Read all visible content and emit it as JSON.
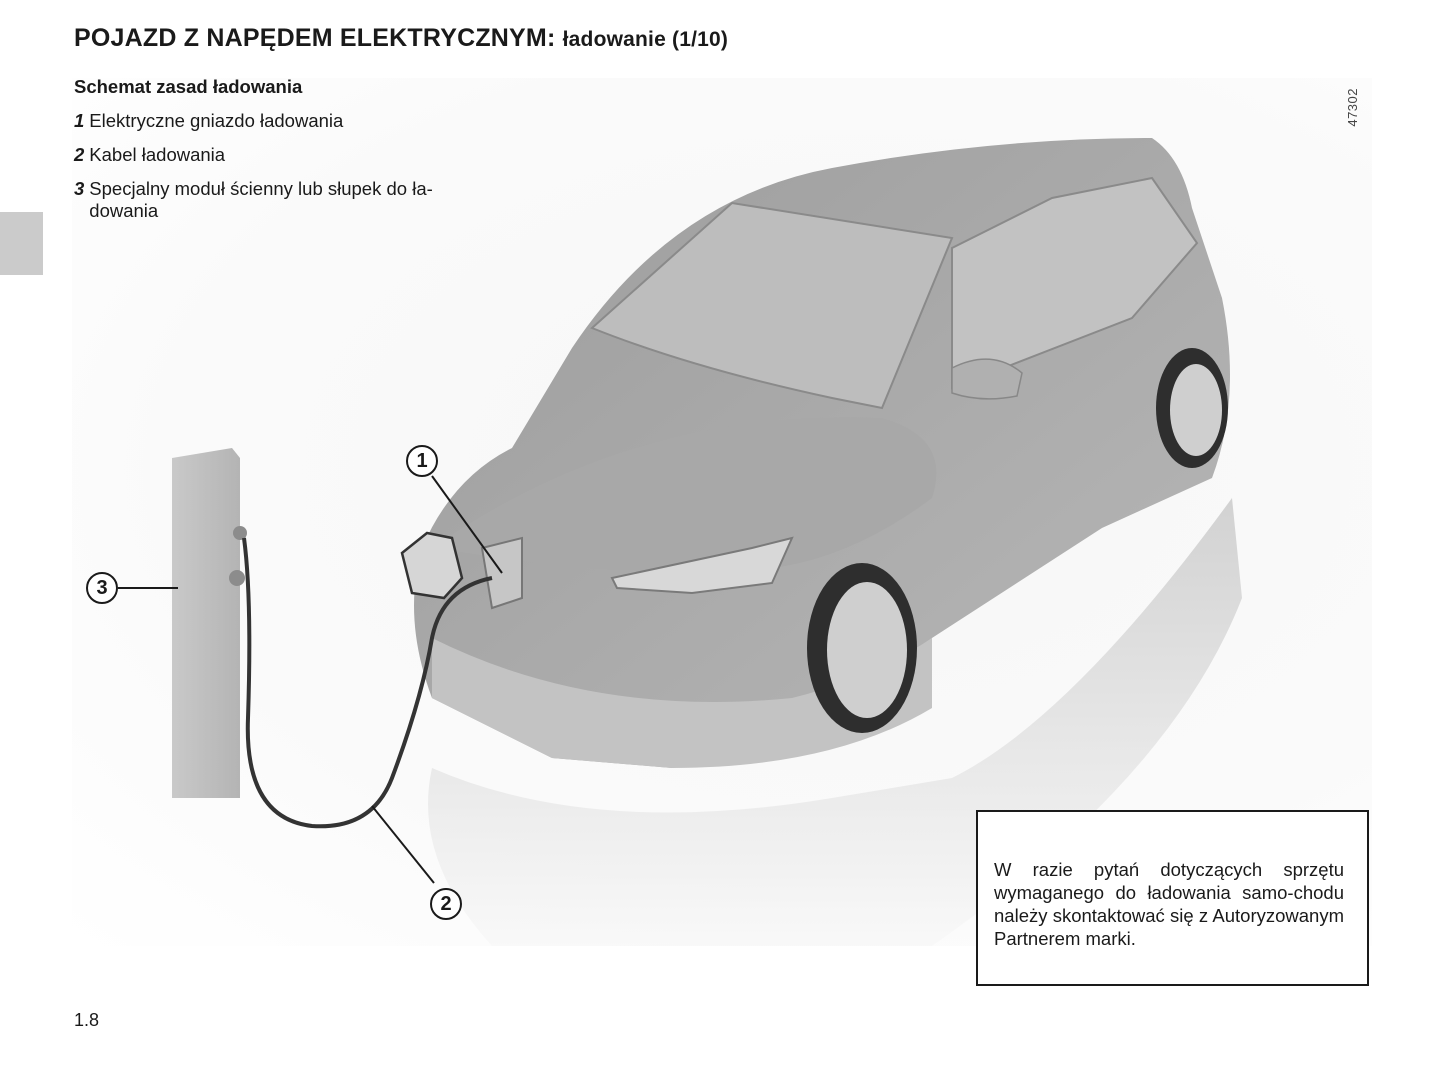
{
  "header": {
    "title_main": "POJAZD Z NAPĘDEM ELEKTRYCZNYM:",
    "title_sub": "ładowanie (1/10)"
  },
  "legend": {
    "heading": "Schemat zasad ładowania",
    "items": [
      {
        "number": "1",
        "label": "Elektryczne gniazdo ładowania"
      },
      {
        "number": "2",
        "label": "Kabel ładowania"
      },
      {
        "number": "3",
        "label": "Specjalny moduł ścienny lub słupek do ła-dowania"
      }
    ]
  },
  "figure": {
    "reference_code": "47302",
    "callouts": [
      {
        "number": "1",
        "target": "charging-socket"
      },
      {
        "number": "2",
        "target": "charging-cable"
      },
      {
        "number": "3",
        "target": "charging-post"
      }
    ]
  },
  "note": {
    "text": "W razie pytań dotyczących sprzętu wymaganego do ładowania samo-chodu należy skontaktować się z Autoryzowanym Partnerem marki."
  },
  "footer": {
    "page_number": "1.8"
  },
  "colors": {
    "text": "#1a1a1a",
    "tab_marker": "#cbcbcb",
    "car_body": "#a6a6a6",
    "border": "#1a1a1a"
  }
}
